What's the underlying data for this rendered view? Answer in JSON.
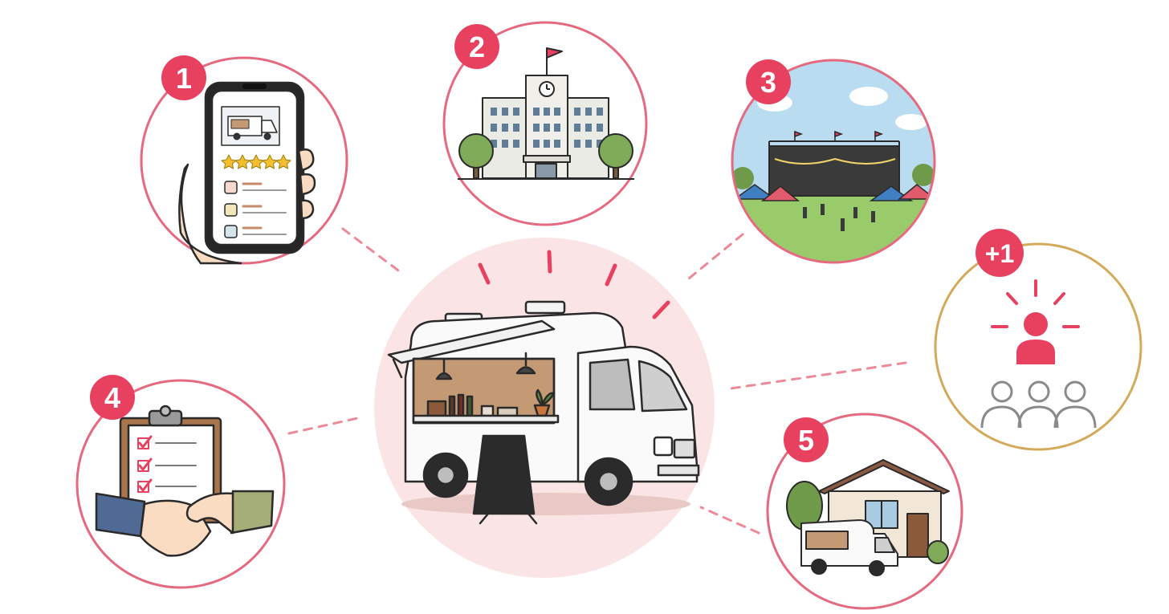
{
  "colors": {
    "accent": "#e8405f",
    "ring": "#e56a80",
    "gold": "#d4a95a",
    "center_fill": "#fbe4e6",
    "dash": "#ec8a98"
  },
  "badges": {
    "b1": "1",
    "b2": "2",
    "b3": "3",
    "b4": "4",
    "b5": "5",
    "bplus": "+1"
  },
  "icons": {
    "center": "food-truck-icon",
    "n1": "smartphone-review-icon",
    "n2": "school-building-icon",
    "n3": "outdoor-festival-icon",
    "n4": "contract-handshake-icon",
    "n5": "house-with-food-truck-icon",
    "plus": "customers-group-icon"
  }
}
